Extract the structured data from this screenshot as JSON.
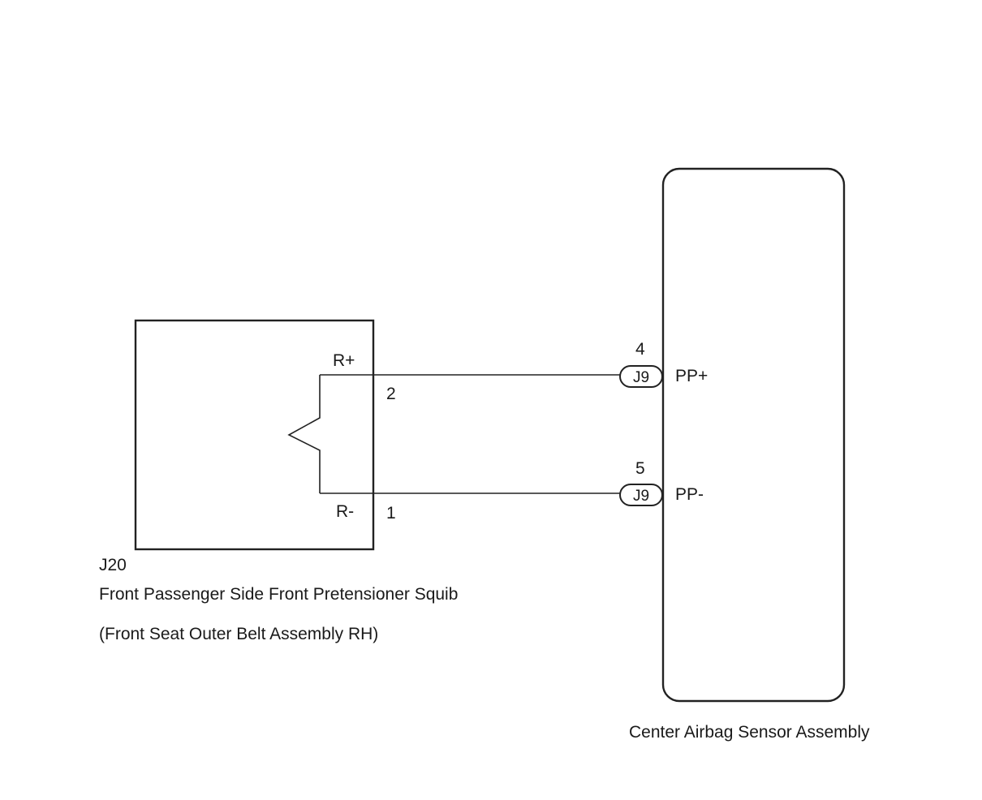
{
  "squib": {
    "connector_code": "J20",
    "name": "Front Passenger Side Front Pretensioner Squib",
    "subname": "(Front Seat Outer Belt Assembly RH)",
    "terminal_plus_label": "R+",
    "terminal_minus_label": "R-",
    "pin_plus": "2",
    "pin_minus": "1"
  },
  "sensor": {
    "name": "Center Airbag Sensor Assembly",
    "connector_plus": "J9",
    "connector_minus": "J9",
    "pin_plus": "4",
    "pin_minus": "5",
    "terminal_plus_label": "PP+",
    "terminal_minus_label": "PP-"
  }
}
